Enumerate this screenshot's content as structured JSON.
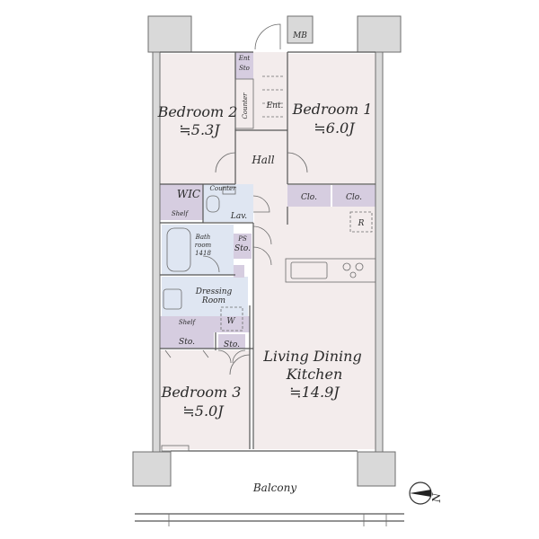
{
  "rooms": {
    "bedroom1": {
      "name": "Bedroom 1",
      "size": "≒6.0J"
    },
    "bedroom2": {
      "name": "Bedroom 2",
      "size": "≒5.3J"
    },
    "bedroom3": {
      "name": "Bedroom 3",
      "size": "≒5.0J"
    },
    "ldk": {
      "name_line1": "Living Dining",
      "name_line2": "Kitchen",
      "size": "≒14.9J"
    },
    "hall": "Hall",
    "balcony": "Balcony",
    "dressing": {
      "line1": "Dressing",
      "line2": "Room"
    },
    "bath": {
      "line1": "Bath",
      "line2": "room",
      "line3": "1418"
    }
  },
  "labels": {
    "mb": "MB",
    "ent": "Ent.",
    "ent_sto_line1": "Ent",
    "ent_sto_line2": "Sto",
    "counter": "Counter",
    "wic": "WIC",
    "shelf_wic": "Shelf",
    "counter_small": "Counter",
    "lav": "Lav.",
    "sto_bath": "Sto.",
    "ps": "PS",
    "shelf_dressing": "Shelf",
    "w": "W",
    "sto_lower": "Sto.",
    "sto_bed3": "Sto.",
    "clo1": "Clo.",
    "clo2": "Clo.",
    "r": "R",
    "north": "N"
  },
  "colors": {
    "room_fill": "#f3ecec",
    "wet_fill": "#dfe6f2",
    "storage_fill": "#d6cde0",
    "wall": "#d9d9d9"
  }
}
